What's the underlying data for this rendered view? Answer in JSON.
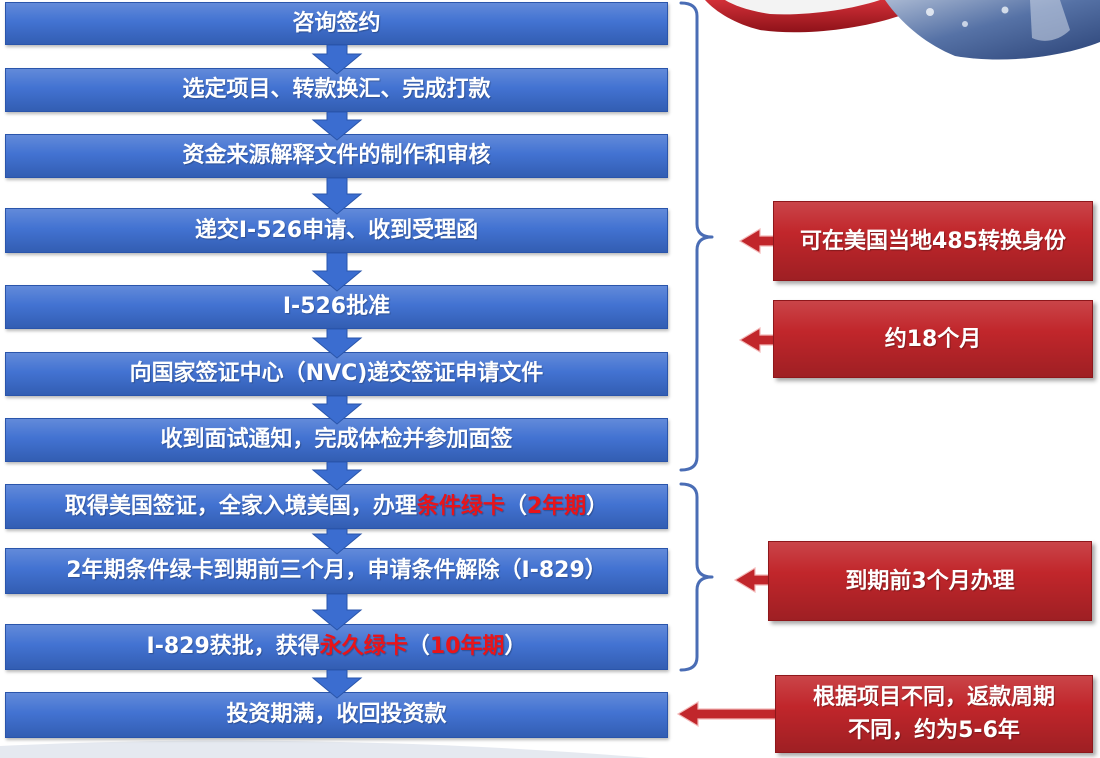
{
  "colors": {
    "step_blue": "#3b6dd0",
    "highlight_red": "#e8141a",
    "callout_red": "#c1262b",
    "bracket_blue": "#4a6db5"
  },
  "steps": [
    {
      "text": "咨询签约"
    },
    {
      "text": "选定项目、转款换汇、完成打款"
    },
    {
      "text": "资金来源解释文件的制作和审核"
    },
    {
      "text": "递交I-526申请、收到受理函"
    },
    {
      "text": "I-526批准"
    },
    {
      "text": "向国家签证中心（NVC)递交签证申请文件"
    },
    {
      "text": "收到面试通知，完成体检并参加面签"
    },
    {
      "parts": [
        {
          "text": "取得美国签证，全家入境美国，办理",
          "highlight": false
        },
        {
          "text": "条件绿卡",
          "highlight": true
        },
        {
          "text": "（",
          "highlight": false
        },
        {
          "text": "2年期",
          "highlight": true
        },
        {
          "text": "）",
          "highlight": false
        }
      ]
    },
    {
      "text": "2年期条件绿卡到期前三个月，申请条件解除（I-829）"
    },
    {
      "parts": [
        {
          "text": "I-829获批，获得",
          "highlight": false
        },
        {
          "text": "永久绿卡",
          "highlight": true
        },
        {
          "text": "（",
          "highlight": false
        },
        {
          "text": "10年期",
          "highlight": true
        },
        {
          "text": "）",
          "highlight": false
        }
      ]
    },
    {
      "text": "投资期满，收回投资款"
    }
  ],
  "callouts": [
    {
      "text": "可在美国当地485转换身份"
    },
    {
      "text": "约18个月"
    },
    {
      "text": "到期前3个月办理"
    },
    {
      "text": "根据项目不同，返款周期不同，约为5-6年"
    }
  ]
}
